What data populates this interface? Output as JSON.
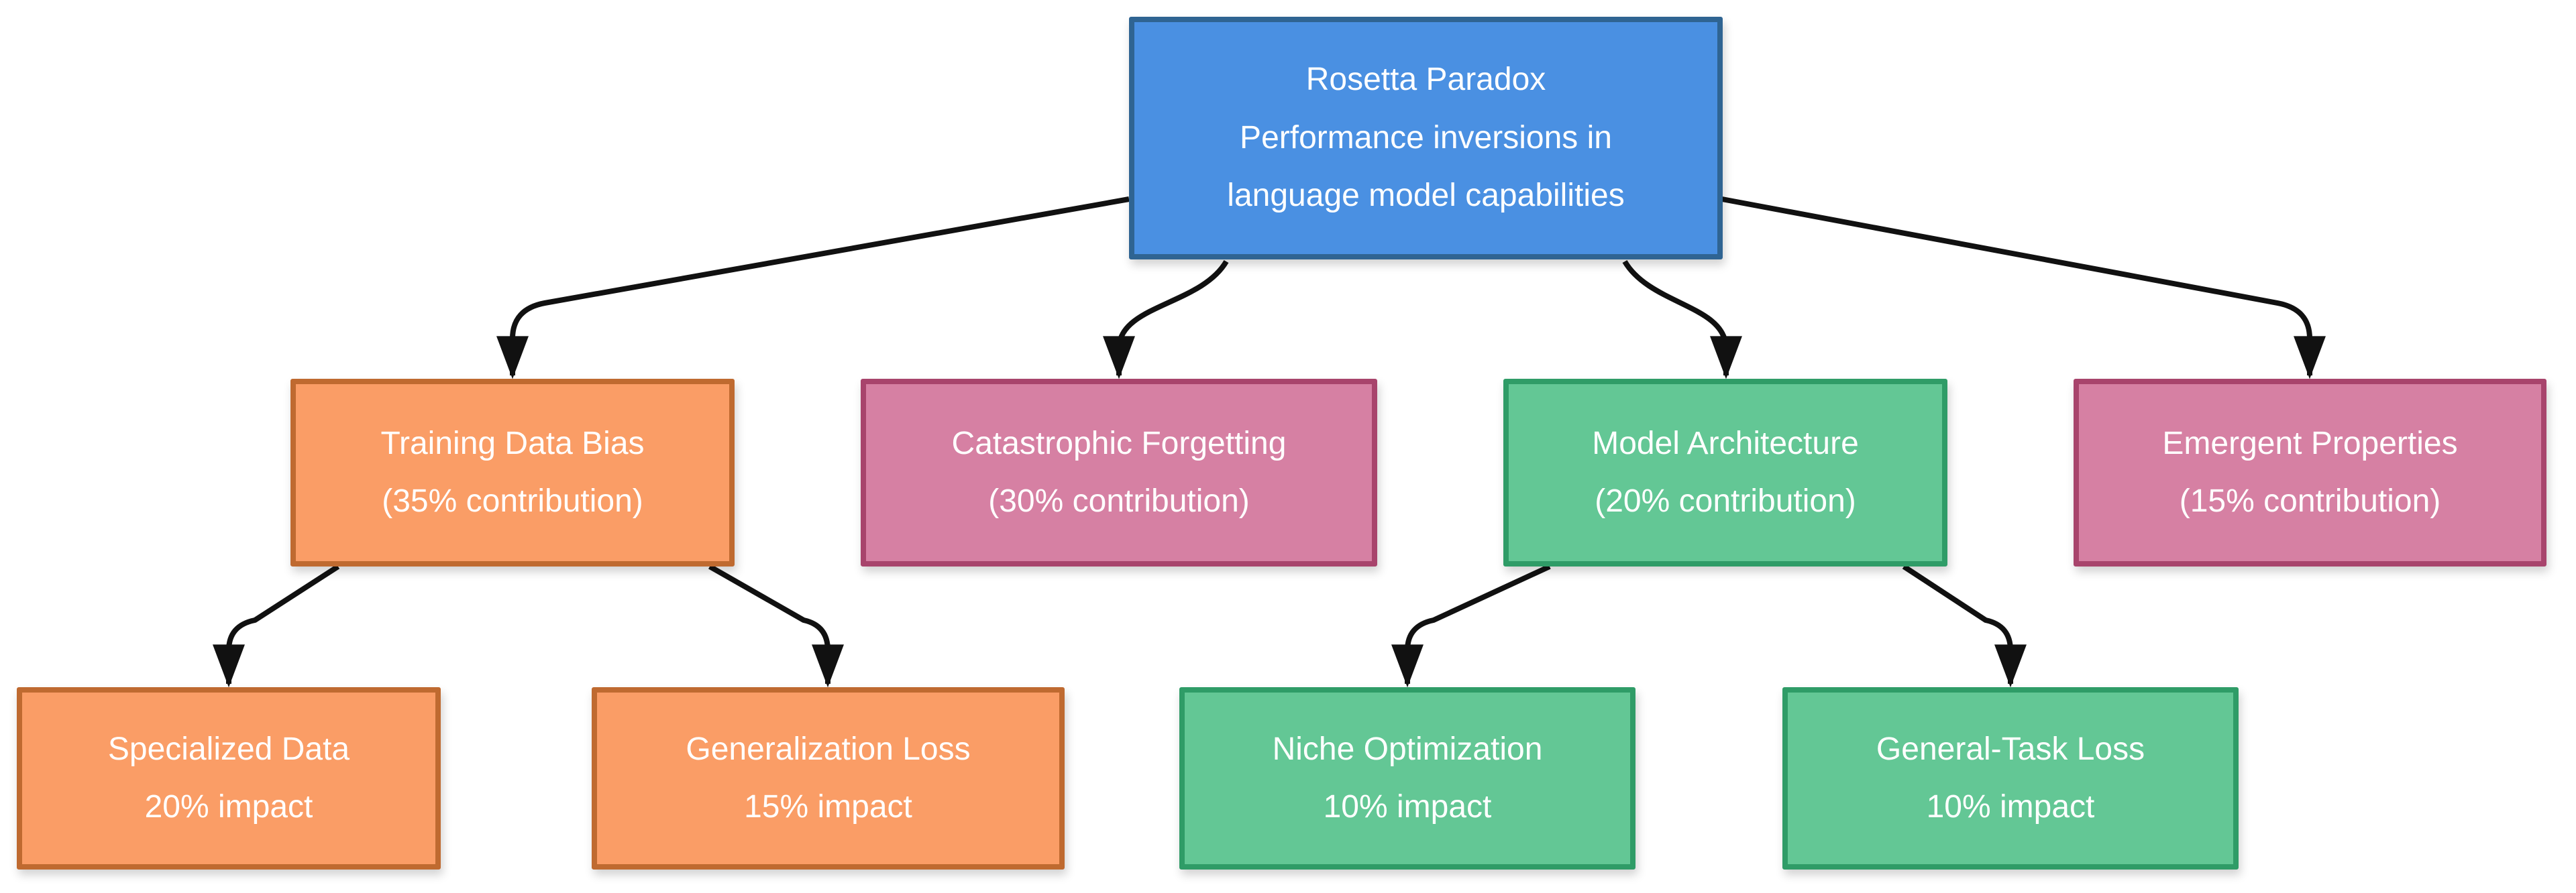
{
  "diagram": {
    "type": "flowchart",
    "background": "#ffffff",
    "edge_color": "#111111",
    "nodes": [
      {
        "id": "root",
        "lines": [
          "Rosetta Paradox",
          "Performance inversions in",
          "language model capabilities"
        ],
        "fill": "#4a90e2",
        "border": "#2f6492",
        "text_color": "#ffffff"
      },
      {
        "id": "training-data-bias",
        "lines": [
          "Training Data Bias",
          "(35% contribution)"
        ],
        "fill": "#fa9d66",
        "border": "#bf6a30",
        "text_color": "#ffffff"
      },
      {
        "id": "catastrophic-forgetting",
        "lines": [
          "Catastrophic Forgetting",
          "(30% contribution)"
        ],
        "fill": "#d680a3",
        "border": "#a8446c",
        "text_color": "#ffffff"
      },
      {
        "id": "model-architecture",
        "lines": [
          "Model Architecture",
          "(20% contribution)"
        ],
        "fill": "#63c795",
        "border": "#2f9c67",
        "text_color": "#ffffff"
      },
      {
        "id": "emergent-properties",
        "lines": [
          "Emergent Properties",
          "(15% contribution)"
        ],
        "fill": "#d680a3",
        "border": "#a8446c",
        "text_color": "#ffffff"
      },
      {
        "id": "specialized-data",
        "lines": [
          "Specialized Data",
          "20% impact"
        ],
        "fill": "#fa9d66",
        "border": "#bf6a30",
        "text_color": "#ffffff"
      },
      {
        "id": "generalization-loss",
        "lines": [
          "Generalization Loss",
          "15% impact"
        ],
        "fill": "#fa9d66",
        "border": "#bf6a30",
        "text_color": "#ffffff"
      },
      {
        "id": "niche-optimization",
        "lines": [
          "Niche Optimization",
          "10% impact"
        ],
        "fill": "#63c795",
        "border": "#2f9c67",
        "text_color": "#ffffff"
      },
      {
        "id": "general-task-loss",
        "lines": [
          "General-Task Loss",
          "10% impact"
        ],
        "fill": "#63c795",
        "border": "#2f9c67",
        "text_color": "#ffffff"
      }
    ],
    "edges": [
      {
        "from": "root",
        "to": "training-data-bias"
      },
      {
        "from": "root",
        "to": "catastrophic-forgetting"
      },
      {
        "from": "root",
        "to": "model-architecture"
      },
      {
        "from": "root",
        "to": "emergent-properties"
      },
      {
        "from": "training-data-bias",
        "to": "specialized-data"
      },
      {
        "from": "training-data-bias",
        "to": "generalization-loss"
      },
      {
        "from": "model-architecture",
        "to": "niche-optimization"
      },
      {
        "from": "model-architecture",
        "to": "general-task-loss"
      }
    ]
  }
}
